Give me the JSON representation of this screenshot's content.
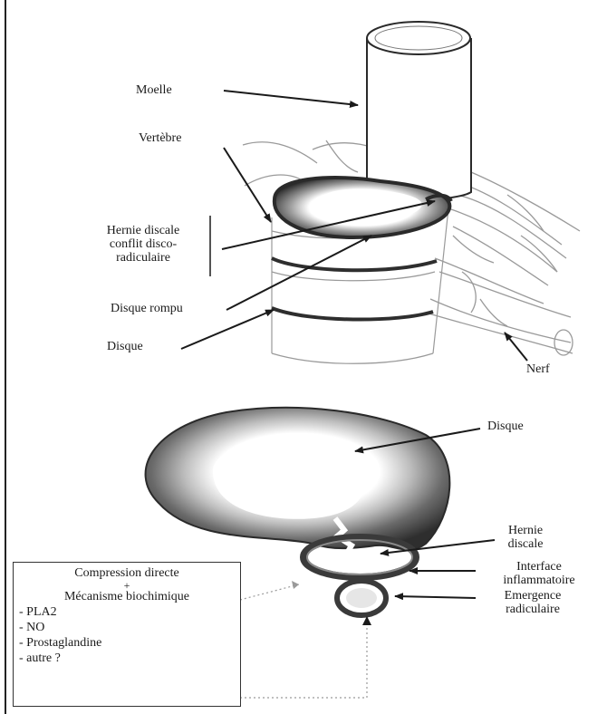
{
  "labels": {
    "moelle": "Moelle",
    "vertebre": "Vertèbre",
    "hernie_top": [
      "Hernie discale",
      "conflit disco-",
      "radiculaire"
    ],
    "disque_rompu": "Disque rompu",
    "disque_top": "Disque",
    "nerf": "Nerf",
    "disque_bottom": "Disque",
    "hernie_bottom": [
      "Hernie",
      "discale"
    ],
    "interface": [
      "Interface",
      "inflammatoire"
    ],
    "emergence": [
      "Emergence",
      "radiculaire"
    ]
  },
  "mechanisms": {
    "line1": "Compression directe",
    "plus": "+",
    "line2": "Mécanisme biochimique",
    "items": [
      "- PLA2",
      "- NO",
      "- Prostaglandine",
      "- autre ?"
    ]
  },
  "colors": {
    "ink": "#1a1a1a",
    "disc_dark": "#3a3a3a",
    "disc_mid": "#8a8a8a",
    "bone_line": "#9a9a9a"
  }
}
